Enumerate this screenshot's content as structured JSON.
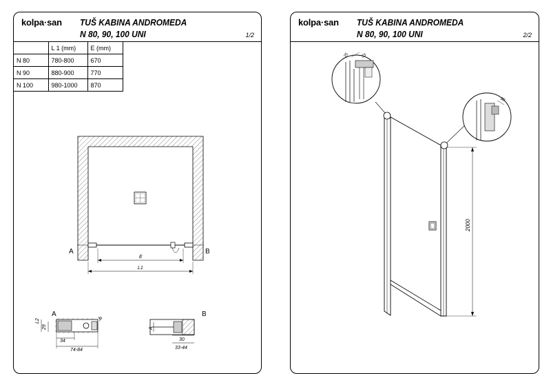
{
  "brand": "kolpa·san",
  "title": "TUŠ KABINA ANDROMEDA",
  "subtitle": "N 80, 90, 100 UNI",
  "pages": [
    "1/2",
    "2/2"
  ],
  "table": {
    "headers": [
      "",
      "L 1 (mm)",
      "E  (mm)"
    ],
    "rows": [
      [
        "N 80",
        "780-800",
        "670"
      ],
      [
        "N 90",
        "880-900",
        "770"
      ],
      [
        "N 100",
        "980-1000",
        "870"
      ]
    ]
  },
  "plan": {
    "label_a": "A",
    "label_b": "B",
    "dim_e": "E",
    "dim_l1": "L1"
  },
  "detail_a": {
    "label": "A",
    "d_l2": "L2",
    "d_29": "29",
    "d_6": "6",
    "d_34": "34",
    "d_74_84": "74-84"
  },
  "detail_b": {
    "label": "B",
    "d_a": "A",
    "d_30": "30",
    "d_33_44": "33-44"
  },
  "elevation": {
    "height": "2000",
    "d_25": "25",
    "d_33": "33",
    "d_30": "30"
  }
}
